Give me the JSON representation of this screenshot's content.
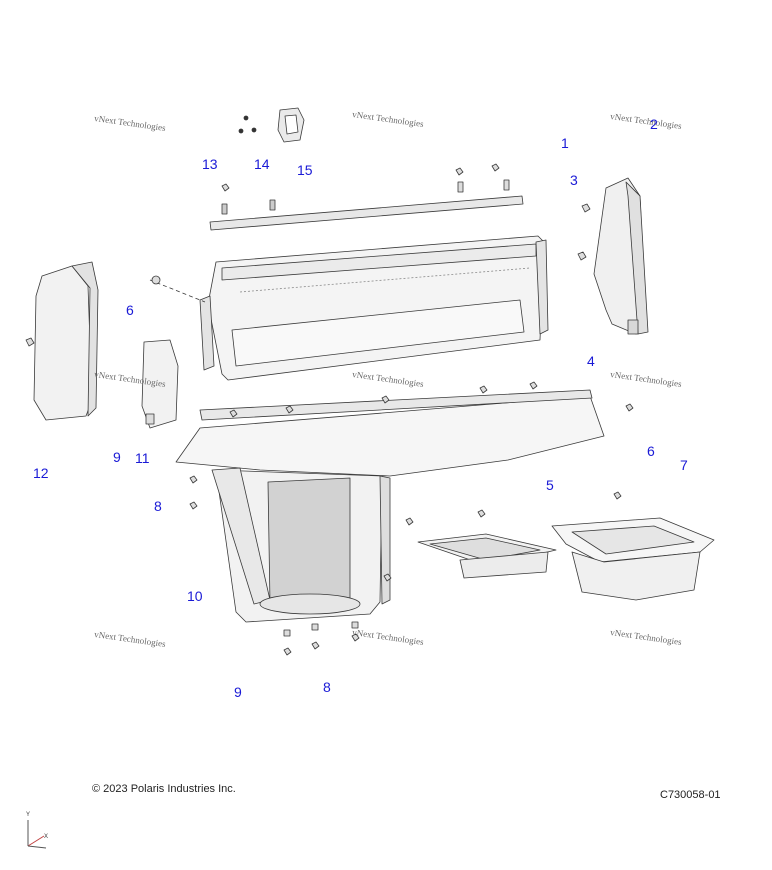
{
  "callouts": [
    {
      "id": "c1",
      "label": "1"
    },
    {
      "id": "c2",
      "label": "2"
    },
    {
      "id": "c3",
      "label": "3"
    },
    {
      "id": "c4",
      "label": "4"
    },
    {
      "id": "c5",
      "label": "5"
    },
    {
      "id": "c6a",
      "label": "6"
    },
    {
      "id": "c6b",
      "label": "6"
    },
    {
      "id": "c7",
      "label": "7"
    },
    {
      "id": "c8a",
      "label": "8"
    },
    {
      "id": "c8b",
      "label": "8"
    },
    {
      "id": "c9a",
      "label": "9"
    },
    {
      "id": "c9b",
      "label": "9"
    },
    {
      "id": "c10",
      "label": "10"
    },
    {
      "id": "c11",
      "label": "11"
    },
    {
      "id": "c12",
      "label": "12"
    },
    {
      "id": "c13",
      "label": "13"
    },
    {
      "id": "c14",
      "label": "14"
    },
    {
      "id": "c15",
      "label": "15"
    }
  ],
  "watermark": {
    "text": "vNext Technologies"
  },
  "footer": {
    "copyright": "© 2023 Polaris Industries Inc.",
    "drawing_id": "C730058-01"
  },
  "axis": {
    "y": "Y",
    "x": "X"
  },
  "colors": {
    "callout": "#1a1ad6",
    "line": "#3a3a3a",
    "fill": "#f4f4f4"
  }
}
